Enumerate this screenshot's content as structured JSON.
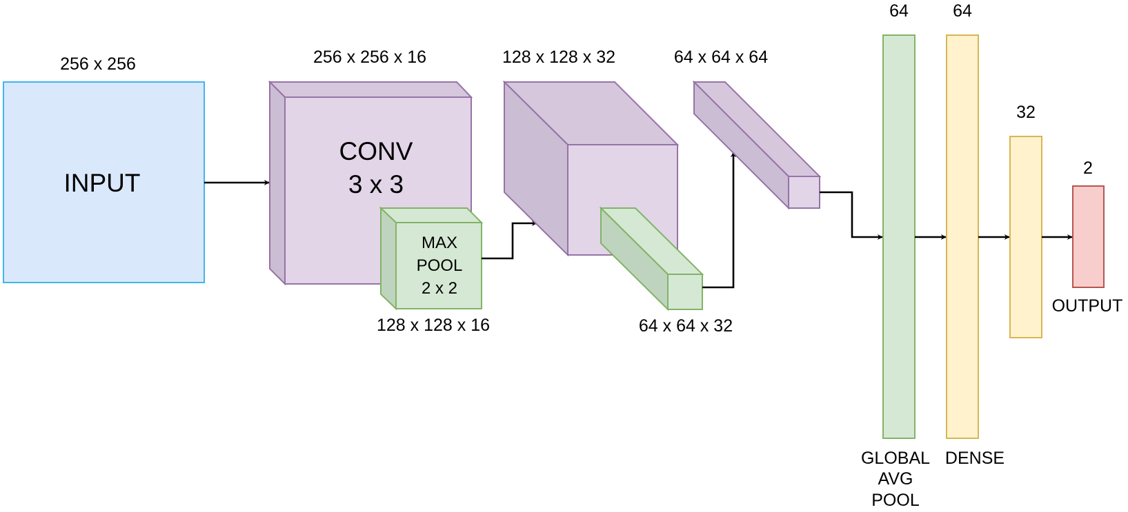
{
  "colors": {
    "input_fill": "#dae8fc",
    "input_stroke": "#3fb6ea",
    "conv_front": "#e1d5e7",
    "conv_side": "#cbbdd3",
    "conv_top": "#d6c7dd",
    "conv_stroke": "#9673a6",
    "pool_front": "#d5e8d4",
    "pool_side": "#bfd4be",
    "pool_stroke": "#82b366",
    "dense_fill": "#fff2cc",
    "dense_stroke": "#d6b656",
    "output_fill": "#f8cecc",
    "output_stroke": "#b85450"
  },
  "blocks": {
    "input": {
      "label": "INPUT",
      "dims": "256 x 256"
    },
    "conv1": {
      "label_line1": "CONV",
      "label_line2": "3 x 3",
      "dims": "256 x 256 x 16"
    },
    "pool1": {
      "label_line1": "MAX",
      "label_line2": "POOL",
      "label_line3": "2 x 2",
      "dims": "128 x 128 x 16"
    },
    "conv2": {
      "dims": "128 x 128 x 32"
    },
    "pool2": {
      "dims": "64 x 64 x 32"
    },
    "conv3": {
      "dims": "64 x 64 x 64"
    },
    "global_avg_pool": {
      "units": "64",
      "label_line1": "GLOBAL",
      "label_line2": "AVG",
      "label_line3": "POOL"
    },
    "dense1": {
      "units": "64",
      "label": "DENSE"
    },
    "dense2": {
      "units": "32"
    },
    "output": {
      "units": "2",
      "label": "OUTPUT"
    }
  }
}
